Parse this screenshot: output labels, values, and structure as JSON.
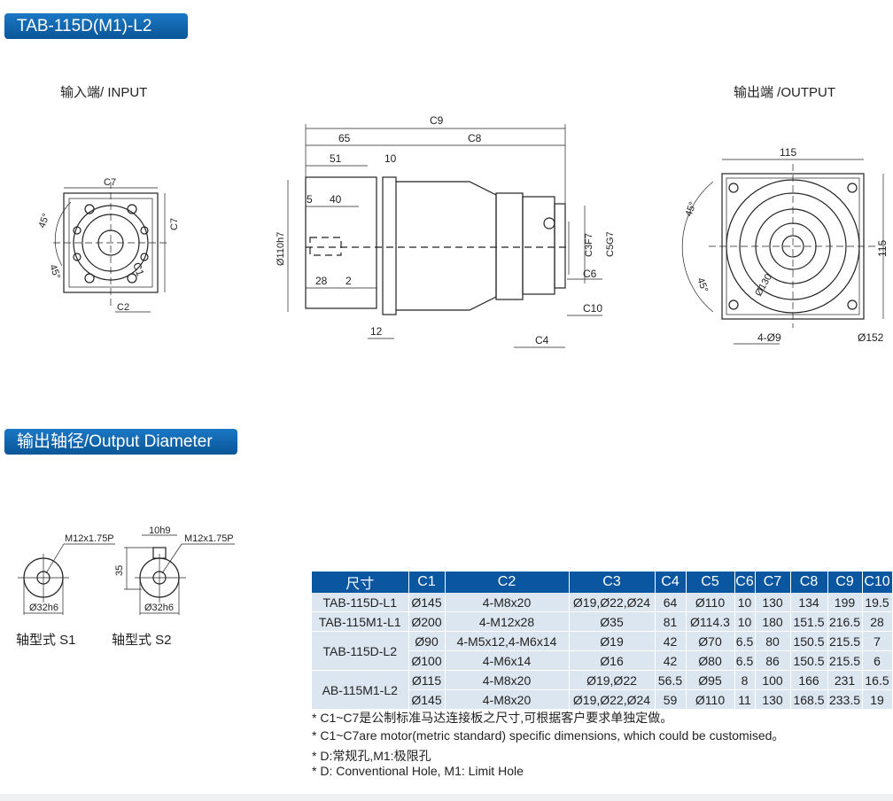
{
  "title": "TAB-115D(M1)-L2",
  "input_label": "输入端/ INPUT",
  "output_label": "输出端 /OUTPUT",
  "section2": "输出轴径/Output Diameter",
  "input_dims": {
    "c7_top": "C7",
    "c7_side": "C7",
    "c1": "C1",
    "c2": "C2",
    "a1": "45°",
    "a2": "45°"
  },
  "side_dims": {
    "c9": "C9",
    "d65": "65",
    "c8": "C8",
    "d51": "51",
    "d10": "10",
    "d5": "5",
    "d40": "40",
    "d110": "Ø110h7",
    "d28": "28",
    "d2": "2",
    "d12": "12",
    "c3": "C3F7",
    "c5": "C5G7",
    "c6": "C6",
    "c10": "C10",
    "c4": "C4"
  },
  "output_dims": {
    "d115_top": "115",
    "d115_side": "115",
    "a45a": "45°",
    "a45b": "45°",
    "d130": "Ø130",
    "holes": "4-Ø9",
    "d152": "Ø152"
  },
  "shafts": [
    {
      "thread": "M12x1.75P",
      "dia": "Ø32h6",
      "caption": "轴型式 S1"
    },
    {
      "thread": "M12x1.75P",
      "dia": "Ø32h6",
      "key": "10h9",
      "height": "35",
      "caption": "轴型式 S2"
    }
  ],
  "table": {
    "headers": [
      "尺寸",
      "C1",
      "C2",
      "C3",
      "C4",
      "C5",
      "C6",
      "C7",
      "C8",
      "C9",
      "C10"
    ],
    "rows": [
      [
        "TAB-115D-L1",
        "Ø145",
        "4-M8x20",
        "Ø19,Ø22,Ø24",
        "64",
        "Ø110",
        "10",
        "130",
        "134",
        "199",
        "19.5"
      ],
      [
        "TAB-115M1-L1",
        "Ø200",
        "4-M12x28",
        "Ø35",
        "81",
        "Ø114.3",
        "10",
        "180",
        "151.5",
        "216.5",
        "28"
      ],
      [
        "TAB-115D-L2",
        "Ø90",
        "4-M5x12,4-M6x14",
        "Ø19",
        "42",
        "Ø70",
        "6.5",
        "80",
        "150.5",
        "215.5",
        "7"
      ],
      [
        "",
        "Ø100",
        "4-M6x14",
        "Ø16",
        "42",
        "Ø80",
        "6.5",
        "86",
        "150.5",
        "215.5",
        "6"
      ],
      [
        "AB-115M1-L2",
        "Ø115",
        "4-M8x20",
        "Ø19,Ø22",
        "56.5",
        "Ø95",
        "8",
        "100",
        "166",
        "231",
        "16.5"
      ],
      [
        "",
        "Ø145",
        "4-M8x20",
        "Ø19,Ø22,Ø24",
        "59",
        "Ø110",
        "11",
        "130",
        "168.5",
        "233.5",
        "19"
      ]
    ]
  },
  "notes": [
    "* C1~C7是公制标准马达连接板之尺寸,可根据客户要求单独定做。",
    "* C1~C7are motor(metric standard)  specific dimensions, which could be customised。",
    "* D:常规孔,M1:极限孔",
    "* D: Conventional Hole, M1: Limit Hole"
  ],
  "colors": {
    "banner": "#0b56a0",
    "row": "#dce6f0"
  }
}
